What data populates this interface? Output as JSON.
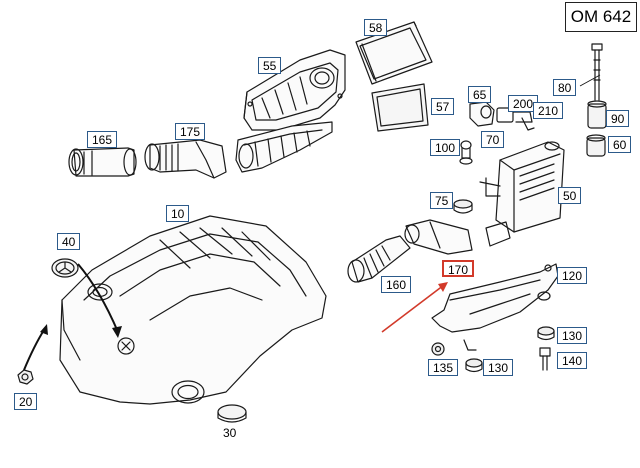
{
  "diagram": {
    "engine_code": "OM 642",
    "parts": [
      {
        "label": "58"
      },
      {
        "label": "55"
      },
      {
        "label": "57"
      },
      {
        "label": "65"
      },
      {
        "label": "200"
      },
      {
        "label": "210"
      },
      {
        "label": "80"
      },
      {
        "label": "90"
      },
      {
        "label": "165"
      },
      {
        "label": "175"
      },
      {
        "label": "70"
      },
      {
        "label": "100"
      },
      {
        "label": "60"
      },
      {
        "label": "75"
      },
      {
        "label": "50"
      },
      {
        "label": "10"
      },
      {
        "label": "40"
      },
      {
        "label": "170",
        "selected": true
      },
      {
        "label": "120"
      },
      {
        "label": "160"
      },
      {
        "label": "130"
      },
      {
        "label": "140"
      },
      {
        "label": "135"
      },
      {
        "label": "130"
      },
      {
        "label": "20"
      },
      {
        "label": "30"
      }
    ],
    "highlight_color": "#d23a2a",
    "label_border_color": "#2c5a8a"
  }
}
